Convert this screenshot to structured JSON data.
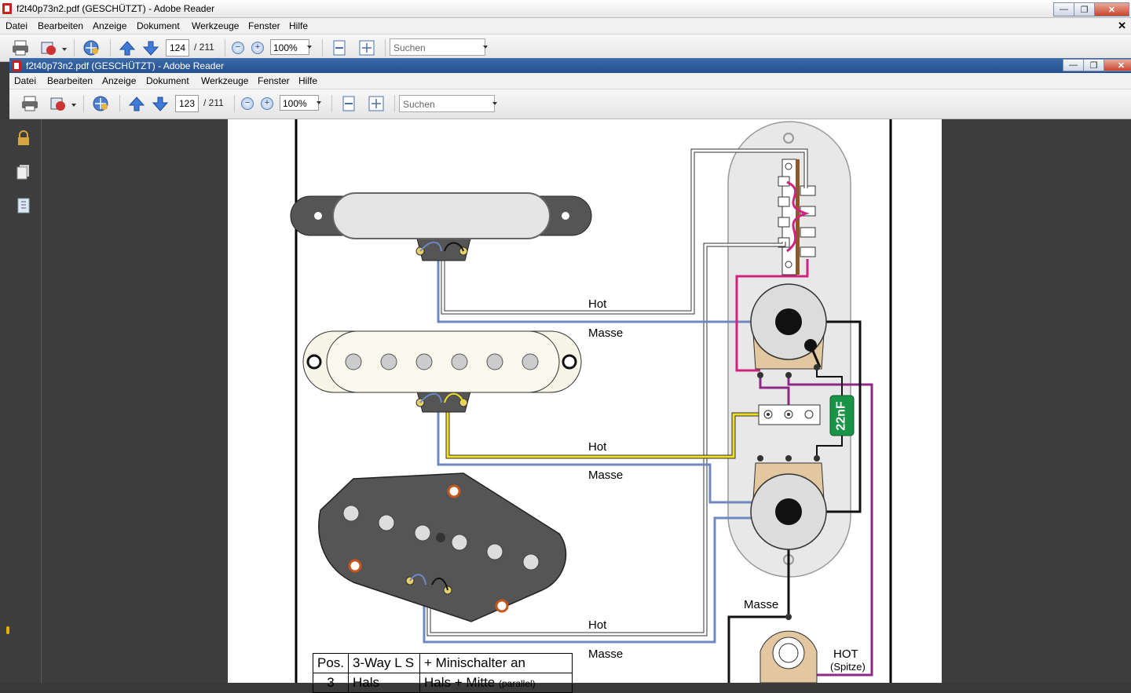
{
  "outer_window": {
    "title": "f2t40p73n2.pdf (GESCHÜTZT) - Adobe Reader",
    "menu": [
      "Datei",
      "Bearbeiten",
      "Anzeige",
      "Dokument",
      "Werkzeuge",
      "Fenster",
      "Hilfe"
    ],
    "page_current": "124",
    "page_total": "/ 211",
    "zoom": "100%",
    "search_placeholder": "Suchen"
  },
  "inner_window": {
    "title": "f2t40p73n2.pdf (GESCHÜTZT) - Adobe Reader",
    "menu": [
      "Datei",
      "Bearbeiten",
      "Anzeige",
      "Dokument",
      "Werkzeuge",
      "Fenster",
      "Hilfe"
    ],
    "page_current": "123",
    "page_total": "/ 211",
    "zoom": "100%",
    "search_placeholder": "Suchen"
  },
  "diagram": {
    "labels": {
      "hot1": "Hot",
      "masse1": "Masse",
      "hot2": "Hot",
      "masse2": "Masse",
      "hot3": "Hot",
      "masse3": "Masse",
      "masse_jack": "Masse",
      "hot_jack": "HOT",
      "hot_jack_sub": "(Spitze)",
      "capacitor": "22nF"
    },
    "table": {
      "headers": [
        "Pos.",
        "3-Way L S",
        "+ Minischalter an"
      ],
      "row1": [
        "3",
        "Hals",
        "Hals + Mitte",
        "(parallel)"
      ]
    },
    "colors": {
      "magenta": "#d0237f",
      "purple": "#8e2a86",
      "blue": "#7088c0",
      "yellow": "#f0e020",
      "green": "#1a9447"
    }
  }
}
